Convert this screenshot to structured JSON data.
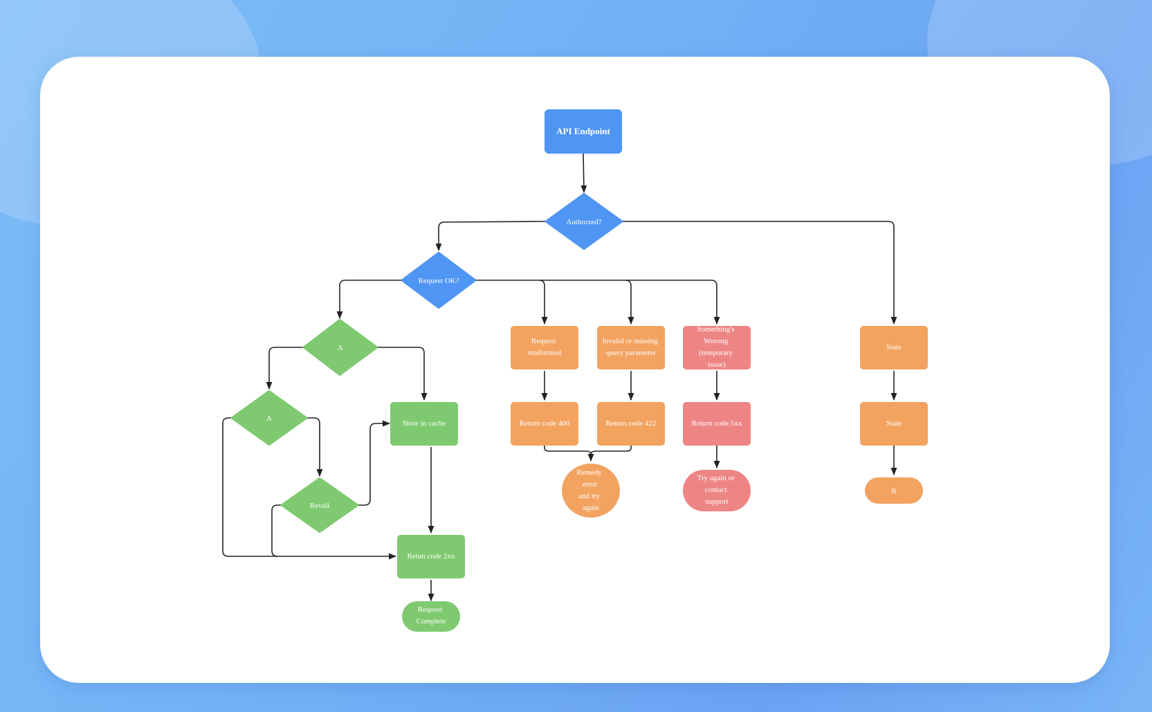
{
  "colors": {
    "blue": "#4f95f4",
    "green": "#7fca70",
    "orange": "#f2a360",
    "red": "#ee8585",
    "edge": "#222222",
    "card": "#ffffff"
  },
  "nodes": {
    "api_endpoint": "API Endpoint",
    "authorized": "Authorzed?",
    "request_ok": "Request OK?",
    "check_a_top": "A",
    "check_a_left": "A",
    "revalidate": "Revali",
    "store_in_cache": "Store in cache",
    "return_2xx": "Retun code 2xx",
    "request_complete": [
      "Request",
      "Complete"
    ],
    "request_malformed": [
      "Request",
      "malformed"
    ],
    "invalid_param": [
      "Invalid or missing",
      "query parameter"
    ],
    "something_wrong": [
      "Something's",
      "Worong",
      "(temporary",
      "issue)"
    ],
    "return_400": "Return code 400",
    "return_422": "Return code 422",
    "return_5xx": "Return code 5xx",
    "remedy_error": [
      "Remedy",
      "error",
      "and try",
      "again"
    ],
    "try_again": [
      "Try again or",
      "contact",
      "support"
    ],
    "state_1": "State",
    "state_2": "State",
    "r_terminal": "R"
  }
}
